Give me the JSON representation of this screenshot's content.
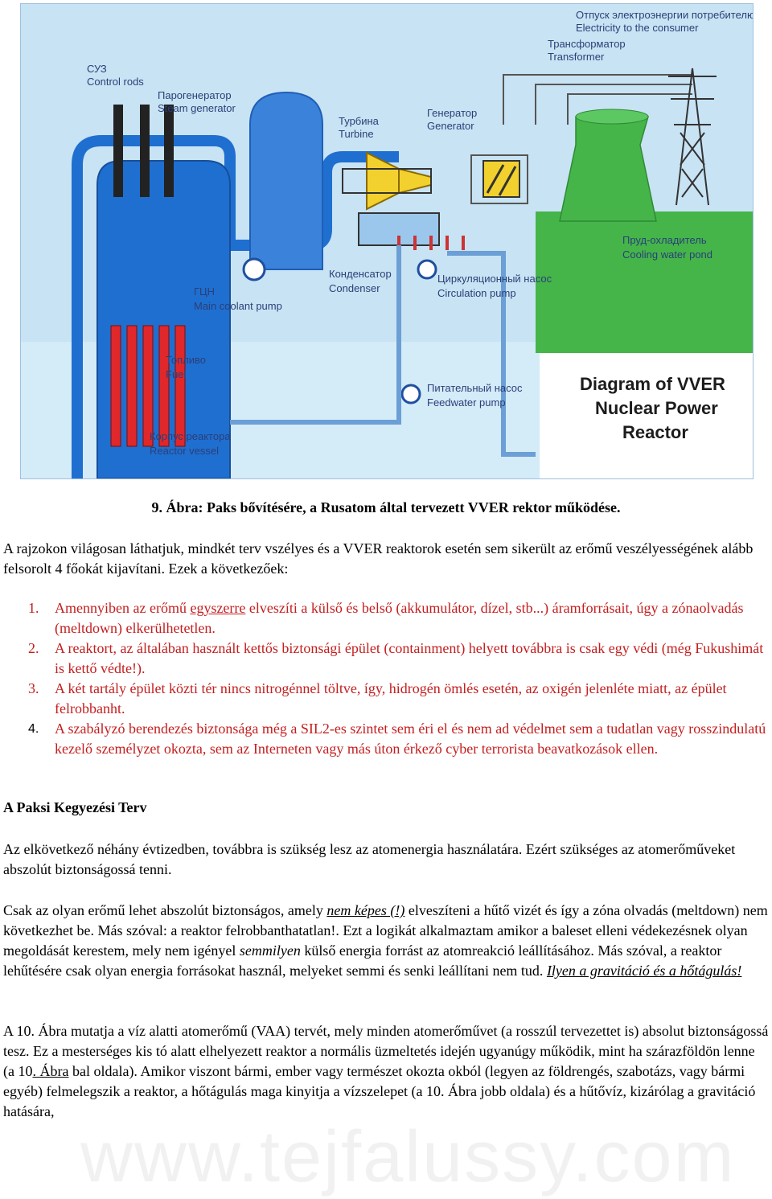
{
  "figure": {
    "labels": {
      "consumer_ru": "Отпуск электроэнергии потребителю",
      "consumer_en": "Electricity to the consumer",
      "transformer_ru": "Трансформатор",
      "transformer_en": "Transformer",
      "control_ru": "СУЗ",
      "control_en": "Control rods",
      "steam_ru": "Парогенератор",
      "steam_en": "Steam generator",
      "turbine_ru": "Турбина",
      "turbine_en": "Turbine",
      "generator_ru": "Генератор",
      "generator_en": "Generator",
      "cooling_ru": "Пруд-охладитель",
      "cooling_en": "Cooling water pond",
      "condenser_ru": "Конденсатор",
      "condenser_en": "Condenser",
      "circ_ru": "Циркуляционный насос",
      "circ_en": "Circulation pump",
      "mcp_ru": "ГЦН",
      "mcp_en": "Main coolant pump",
      "fuel_ru": "Топливо",
      "fuel_en": "Fuel",
      "feed_ru": "Питательный насос",
      "feed_en": "Feedwater pump",
      "vessel_ru": "Корпус реактора",
      "vessel_en": "Reactor vessel",
      "title_1": "Diagram of VVER",
      "title_2": "Nuclear Power",
      "title_3": "Reactor"
    }
  },
  "caption": "9. Ábra: Paks bővítésére, a Rusatom által tervezett VVER rektor működése.",
  "intro": "A rajzokon világosan láthatjuk, mindkét terv vszélyes és a VVER reaktorok esetén sem sikerült az erőmű veszélyességének alább felsorolt 4 főokát kijavítani. Ezek a következőek:",
  "points": [
    {
      "num": "1.",
      "pre": "Amennyiben az erőmű ",
      "u": "egyszerre",
      "post": " elveszíti a külső és belső (akkumulátor, dízel, stb...) áramforrásait, úgy a zónaolvadás (meltdown) elkerülhetetlen."
    },
    {
      "num": "2.",
      "text": "A reaktort, az általában használt kettős biztonsági épület (containment) helyett továbbra is csak egy védi (még Fukushimát is kettő védte!)."
    },
    {
      "num": "3.",
      "text": "A két tartály épület közti tér nincs nitrogénnel töltve, így, hidrogén ömlés esetén, az oxigén jelenléte miatt, az épület felrobbanht."
    },
    {
      "num": "4.",
      "text": "A szabályzó berendezés biztonsága még a SIL2-es szintet sem éri el és nem ad védelmet sem a tudatlan vagy rosszindulatú kezelő személyzet okozta, sem az Interneten vagy más úton érkező cyber terrorista beavatkozások ellen."
    }
  ],
  "heading": "A Paksi Kegyezési Terv",
  "para1": "Az elkövetkező néhány évtizedben, továbbra is szükség lesz az atomenergia használatára. Ezért szükséges az atomerőműveket abszolút biztonságossá tenni.",
  "para2": {
    "a": "Csak az olyan erőmű lehet abszolút biztonságos, amely ",
    "b_ui": "nem képes (!)",
    "c": " elveszíteni a hűtő vizét és így a zóna olvadás (meltdown) nem következhet be. Más szóval: a reaktor  felrobbanthatatlan!. Ezt a logikát alkalmaztam amikor a baleset elleni védekezésnek olyan megoldását kerestem, mely nem igényel ",
    "d_i": "semmilyen",
    "e": " külső energia forrást az atomreakció leállításához. Más szóval, a reaktor lehűtésére csak olyan energia forrásokat használ, melyeket semmi és senki leállítani nem tud. ",
    "f_ui": "Ilyen a gravitáció és a hőtágulás!"
  },
  "para3": {
    "a": "A 10. Ábra mutatja a víz alatti atomerőmű (VAA) tervét, mely minden atomerőművet (a rosszúl tervezettet is) absolut biztonságossá tesz. Ez a mesterséges kis tó alatt elhelyezett reaktor a normális üzmeltetés idején ugyanúgy működik, mint ha szárazföldön lenne (a 10",
    "b_u": ". Ábra",
    "c": " bal oldala). Amikor viszont bármi, ember vagy természet okozta okból (legyen az földrengés, szabotázs, vagy bármi egyéb) felmelegszik a reaktor, a hőtágulás maga kinyitja a vízszelepet (a 10. Ábra jobb oldala) és a hűtővíz, kizárólag a gravitáció hatására,"
  },
  "watermark": "www.tejfalussy.com",
  "colors": {
    "sky": "#c8e3f3",
    "vessel_blue": "#1f6fd0",
    "green": "#45b54a",
    "fuel_red": "#e0272a",
    "turbine_yellow": "#f2d12e",
    "list_red": "#c41e1e"
  }
}
